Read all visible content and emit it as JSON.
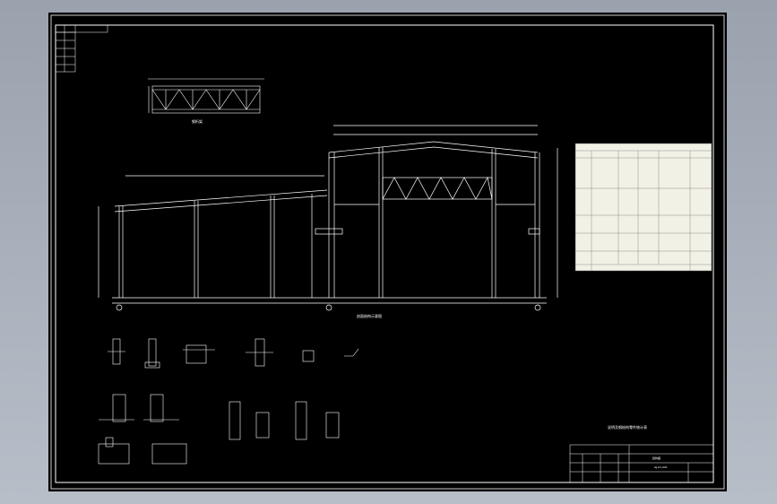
{
  "drawing": {
    "main_elevation_title": "剖面结构示意图",
    "truss_detail_title": "钢桁架",
    "notes_title": "说明及钢结构零件统计表",
    "title_block_name": "结构图",
    "title_block_number": "GJ-01-001"
  },
  "colors": {
    "sheet": "#000000",
    "line": "#ffffff",
    "table_bg": "#f2f1e6",
    "table_line": "#555555"
  }
}
